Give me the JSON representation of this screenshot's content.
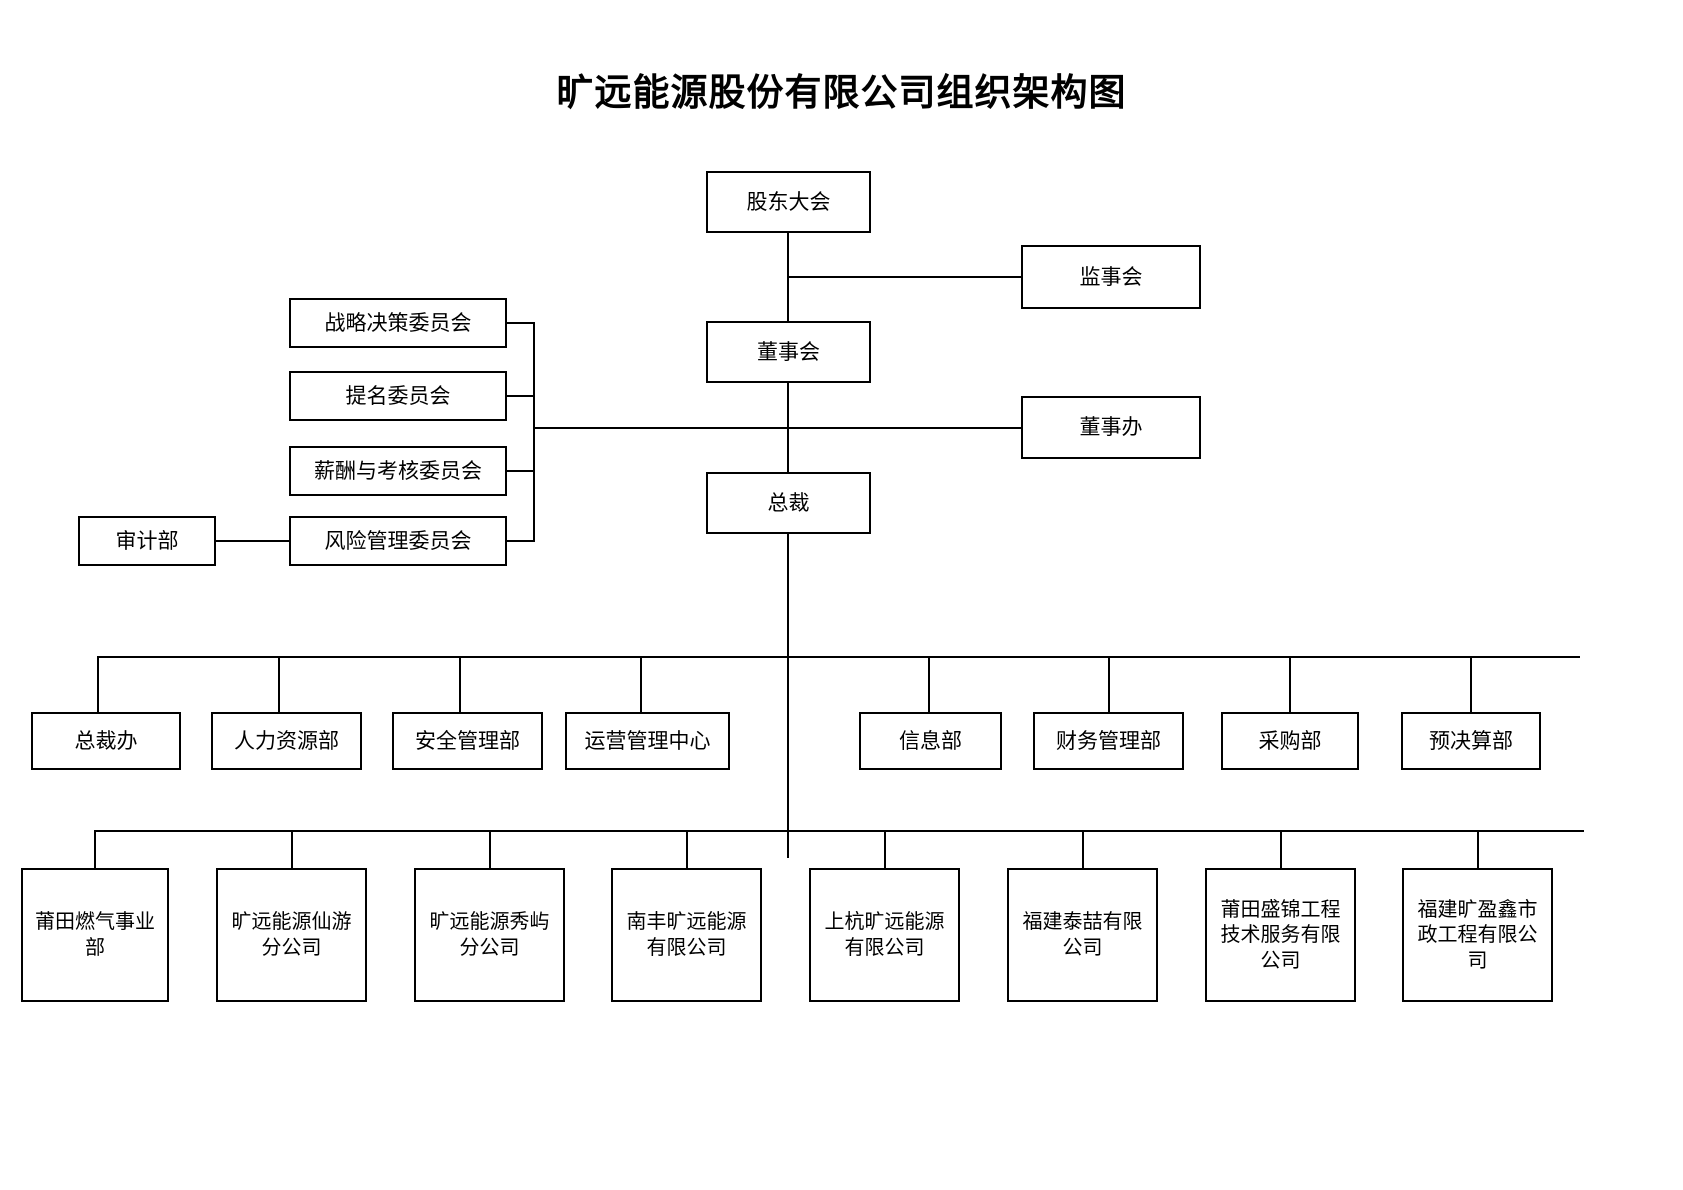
{
  "chart": {
    "title": "旷远能源股份有限公司组织架构图",
    "type": "org-chart",
    "nodes": {
      "shareholders_meeting": "股东大会",
      "board_of_supervisors": "监事会",
      "board_of_directors": "董事会",
      "board_office": "董事办",
      "president": "总裁",
      "audit_department": "审计部"
    },
    "committees": [
      {
        "id": "strategy",
        "label": "战略决策委员会"
      },
      {
        "id": "nomination",
        "label": "提名委员会"
      },
      {
        "id": "remuneration",
        "label": "薪酬与考核委员会"
      },
      {
        "id": "risk",
        "label": "风险管理委员会"
      }
    ],
    "departments": [
      {
        "id": "president-office",
        "label": "总裁办"
      },
      {
        "id": "human-resources",
        "label": "人力资源部"
      },
      {
        "id": "safety-management",
        "label": "安全管理部"
      },
      {
        "id": "operations-center",
        "label": "运营管理中心"
      },
      {
        "id": "information",
        "label": "信息部"
      },
      {
        "id": "financial-management",
        "label": "财务管理部"
      },
      {
        "id": "procurement",
        "label": "采购部"
      },
      {
        "id": "budget-accounting",
        "label": "预决算部"
      }
    ],
    "subsidiaries": [
      {
        "id": "putian-gas",
        "label": "莆田燃气事业部"
      },
      {
        "id": "xianyou-branch",
        "label": "旷远能源仙游分公司"
      },
      {
        "id": "xiuyu-branch",
        "label": "旷远能源秀屿分公司"
      },
      {
        "id": "nanfeng",
        "label": "南丰旷远能源有限公司"
      },
      {
        "id": "shanghang",
        "label": "上杭旷远能源有限公司"
      },
      {
        "id": "fujian-taizhe",
        "label": "福建泰喆有限公司"
      },
      {
        "id": "putian-shengjin",
        "label": "莆田盛锦工程技术服务有限公司"
      },
      {
        "id": "fujian-kuangyingxin",
        "label": "福建旷盈鑫市政工程有限公司"
      }
    ],
    "colors": {
      "line": "#000000",
      "box_border": "#000000",
      "background": "#ffffff",
      "text": "#000000"
    }
  }
}
